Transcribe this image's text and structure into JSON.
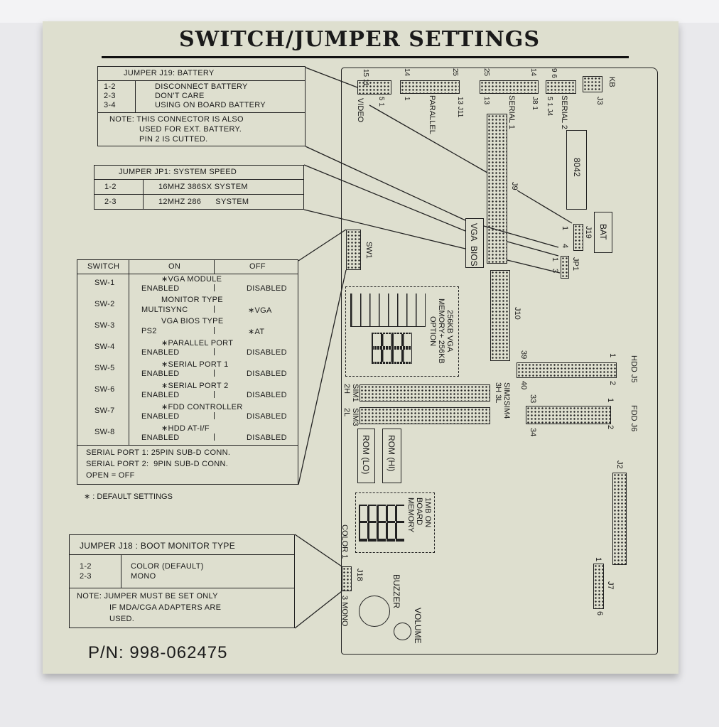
{
  "title": "SWITCH/JUMPER SETTINGS",
  "j19": {
    "header": "JUMPER J19: BATTERY",
    "rows": [
      {
        "pins": "1-2",
        "desc": "DISCONNECT BATTERY"
      },
      {
        "pins": "2-3",
        "desc": "DON'T CARE"
      },
      {
        "pins": "3-4",
        "desc": "USING ON BOARD BATTERY"
      }
    ],
    "note": [
      "NOTE: THIS CONNECTOR IS ALSO",
      "USED FOR EXT. BATTERY.",
      "PIN 2 IS CUTTED."
    ]
  },
  "jp1": {
    "header": "JUMPER JP1: SYSTEM SPEED",
    "rows": [
      {
        "pins": "1-2",
        "desc": "16MHZ 386SX SYSTEM"
      },
      {
        "pins": "2-3",
        "desc": "12MHZ 286      SYSTEM"
      }
    ]
  },
  "switches": {
    "headers": [
      "SWITCH",
      "ON",
      "OFF"
    ],
    "rows": [
      {
        "sw": "SW-1",
        "desc": "∗VGA MODULE",
        "on": "ENABLED",
        "off": "DISABLED"
      },
      {
        "sw": "SW-2",
        "desc": "MONITOR TYPE",
        "on": "MULTISYNC",
        "off": "∗VGA"
      },
      {
        "sw": "SW-3",
        "desc": "VGA BIOS TYPE",
        "on": "PS2",
        "off": "∗AT"
      },
      {
        "sw": "SW-4",
        "desc": "∗PARALLEL PORT",
        "on": "ENABLED",
        "off": "DISABLED"
      },
      {
        "sw": "SW-5",
        "desc": "∗SERIAL PORT 1",
        "on": "ENABLED",
        "off": "DISABLED"
      },
      {
        "sw": "SW-6",
        "desc": "∗SERIAL PORT 2",
        "on": "ENABLED",
        "off": "DISABLED"
      },
      {
        "sw": "SW-7",
        "desc": "∗FDD CONTROLLER",
        "on": "ENABLED",
        "off": "DISABLED"
      },
      {
        "sw": "SW-8",
        "desc": "∗HDD AT-I/F",
        "on": "ENABLED",
        "off": "DISABLED"
      }
    ],
    "notes": [
      "SERIAL PORT 1: 25PIN SUB-D CONN.",
      "SERIAL PORT 2:  9PIN SUB-D CONN.",
      "OPEN = OFF"
    ]
  },
  "default_note": "∗ : DEFAULT SETTINGS",
  "j18": {
    "header": "JUMPER J18 : BOOT MONITOR TYPE",
    "rows": [
      {
        "pins": "1-2",
        "desc": "COLOR (DEFAULT)"
      },
      {
        "pins": "2-3",
        "desc": "MONO"
      }
    ],
    "note": [
      "NOTE: JUMPER MUST BE SET ONLY",
      "IF MDA/CGA ADAPTERS ARE",
      "USED."
    ]
  },
  "part_number": "P/N: 998-062475",
  "board": {
    "video": "VIDEO",
    "video_top": "15 11",
    "video_bot": "5 1",
    "parallel": "PARALLEL",
    "par_top_l": "14",
    "par_top_r": "25",
    "par_bot_l": "1",
    "par_bot_r": "13 J11",
    "serial1": "SERIAL 1",
    "s1_top_l": "25",
    "s1_top_r": "14",
    "s1_bot_l": "13",
    "s1_bot_r": "J8 1",
    "serial2": "SERIAL 2",
    "s2_top": "9 6",
    "s2_bot": "5 1 J4",
    "kb": "KB",
    "j3": "J3",
    "j9": "J9",
    "chip8042": "8042",
    "bat": "BAT",
    "j19": "J19",
    "j19_1": "1",
    "j19_4": "4",
    "jp1": "JP1",
    "jp1_1": "1",
    "jp1_3": "3",
    "vga_bios": "VGA BIOS",
    "sw1": "SW1",
    "j10": "J10",
    "vga_mem": [
      "256KB VGA",
      "MEMORY+ 256KB",
      "OPTION"
    ],
    "hdd": "HDD J5",
    "j5_39": "39",
    "j5_40": "40",
    "j5_1": "1",
    "j5_2": "2",
    "fdd": "FDD J6",
    "j6_33": "33",
    "j6_34": "34",
    "j6_1": "1",
    "j6_2": "2",
    "sim_left_top": "SIM1 2H",
    "sim_left_bot": "SIM3 2L",
    "sim_right": "SIM2SIM4 3H  3L",
    "rom_lo": "ROM (LO)",
    "rom_hi": "ROM (HI)",
    "onboard_mem": [
      "1MB ON",
      "BOARD",
      "MEMORY"
    ],
    "j2": "J2",
    "j7": "J7",
    "j7_1": "1",
    "j7_6": "6",
    "j18": "J18",
    "color": "COLOR 1",
    "mono": "3 MONO",
    "buzzer": "BUZZER",
    "volume": "VOLUME"
  }
}
